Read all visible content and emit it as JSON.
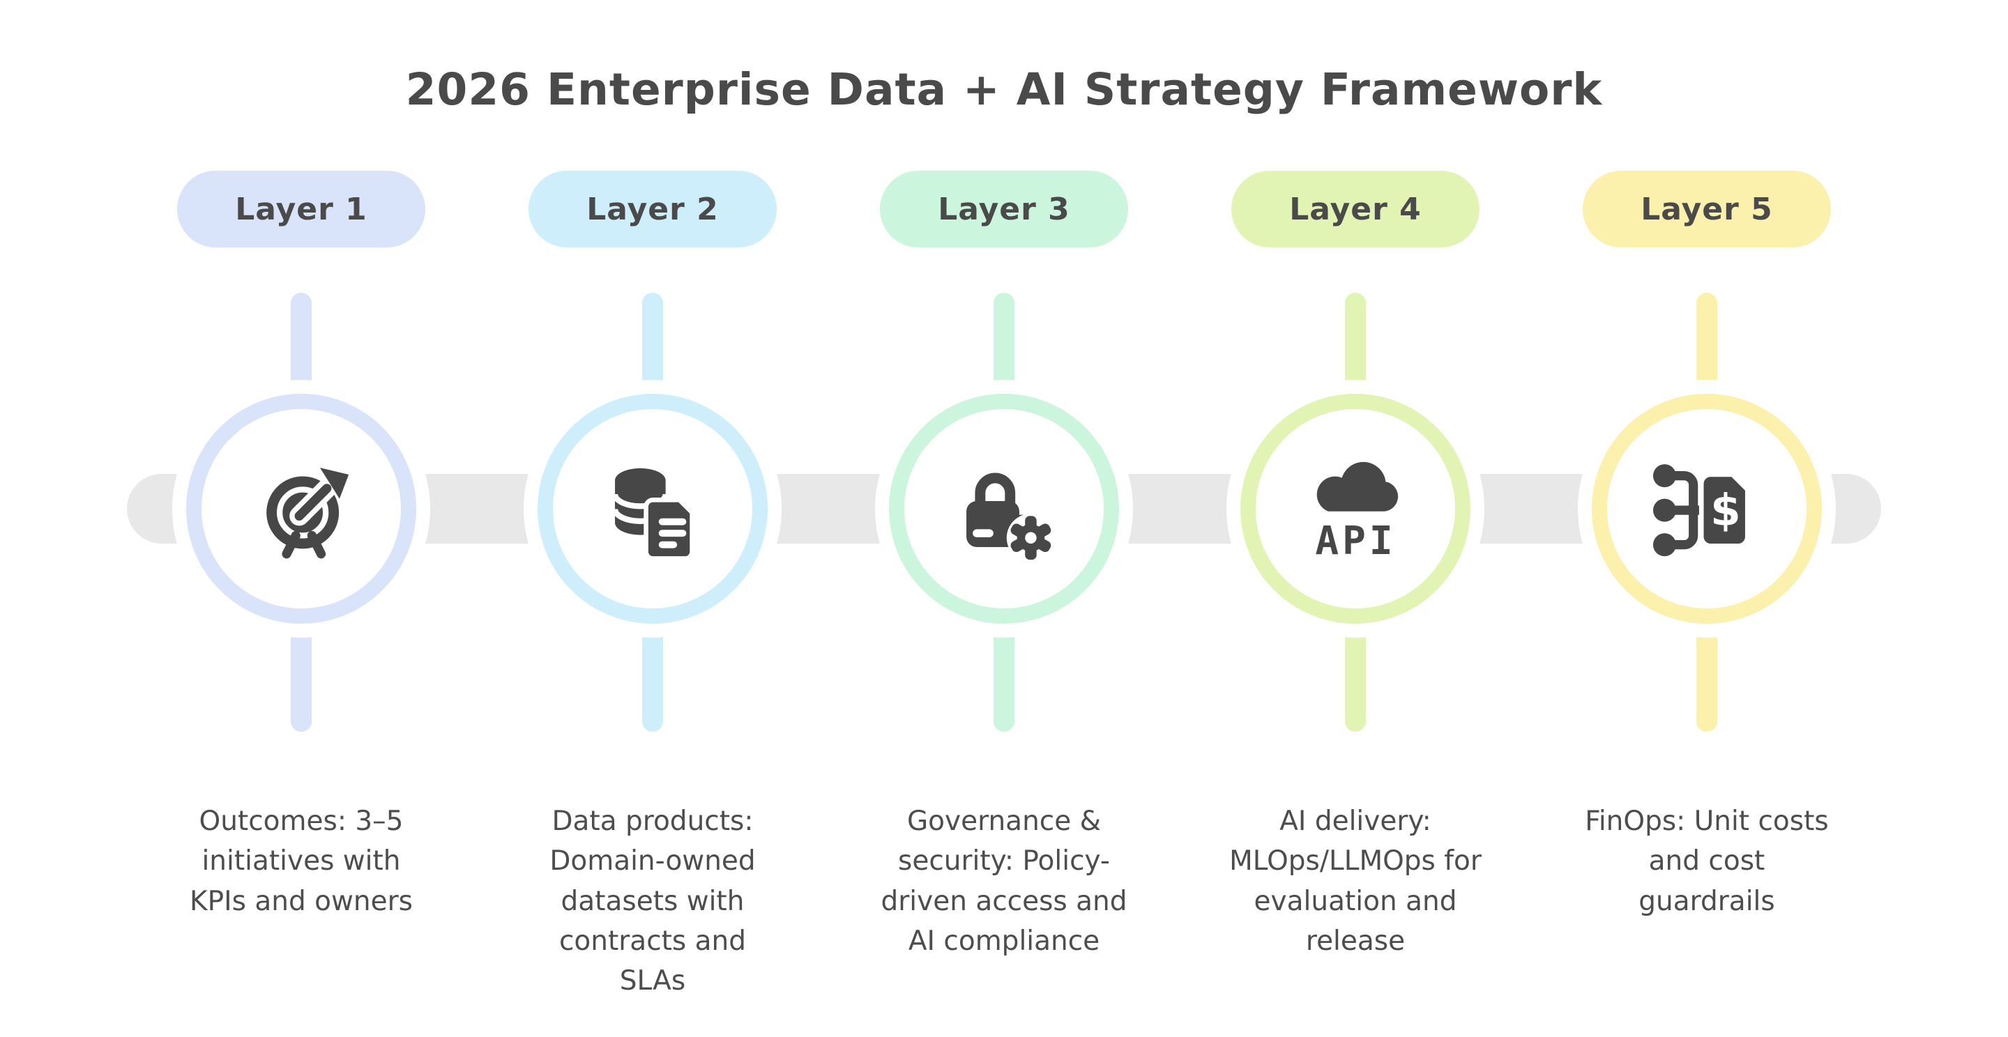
{
  "title": "2026 Enterprise Data + AI Strategy Framework",
  "colors": {
    "background": "#ffffff",
    "title_text": "#4a4a4a",
    "body_text": "#4d4d4d",
    "icon": "#474747",
    "connector_bar": "#e8e8e8"
  },
  "layers": [
    {
      "label": "Layer 1",
      "color": "#d9e3f9",
      "icon": "target-arrow-icon",
      "description": "Outcomes: 3–5 initiatives with KPIs and owners"
    },
    {
      "label": "Layer 2",
      "color": "#cdeefa",
      "icon": "database-contract-icon",
      "description": "Data products: Domain-owned datasets with contracts and SLAs"
    },
    {
      "label": "Layer 3",
      "color": "#ccf5dd",
      "icon": "lock-gear-icon",
      "description": "Governance & security: Policy-driven access and AI compliance"
    },
    {
      "label": "Layer 4",
      "color": "#e2f4b3",
      "icon": "cloud-api-icon",
      "icon_text": "API",
      "description": "AI delivery: MLOps/LLMOps for evaluation and release"
    },
    {
      "label": "Layer 5",
      "color": "#fcf0ad",
      "icon": "flow-price-tag-icon",
      "icon_text": "$",
      "description": "FinOps: Unit costs and cost guardrails"
    }
  ]
}
